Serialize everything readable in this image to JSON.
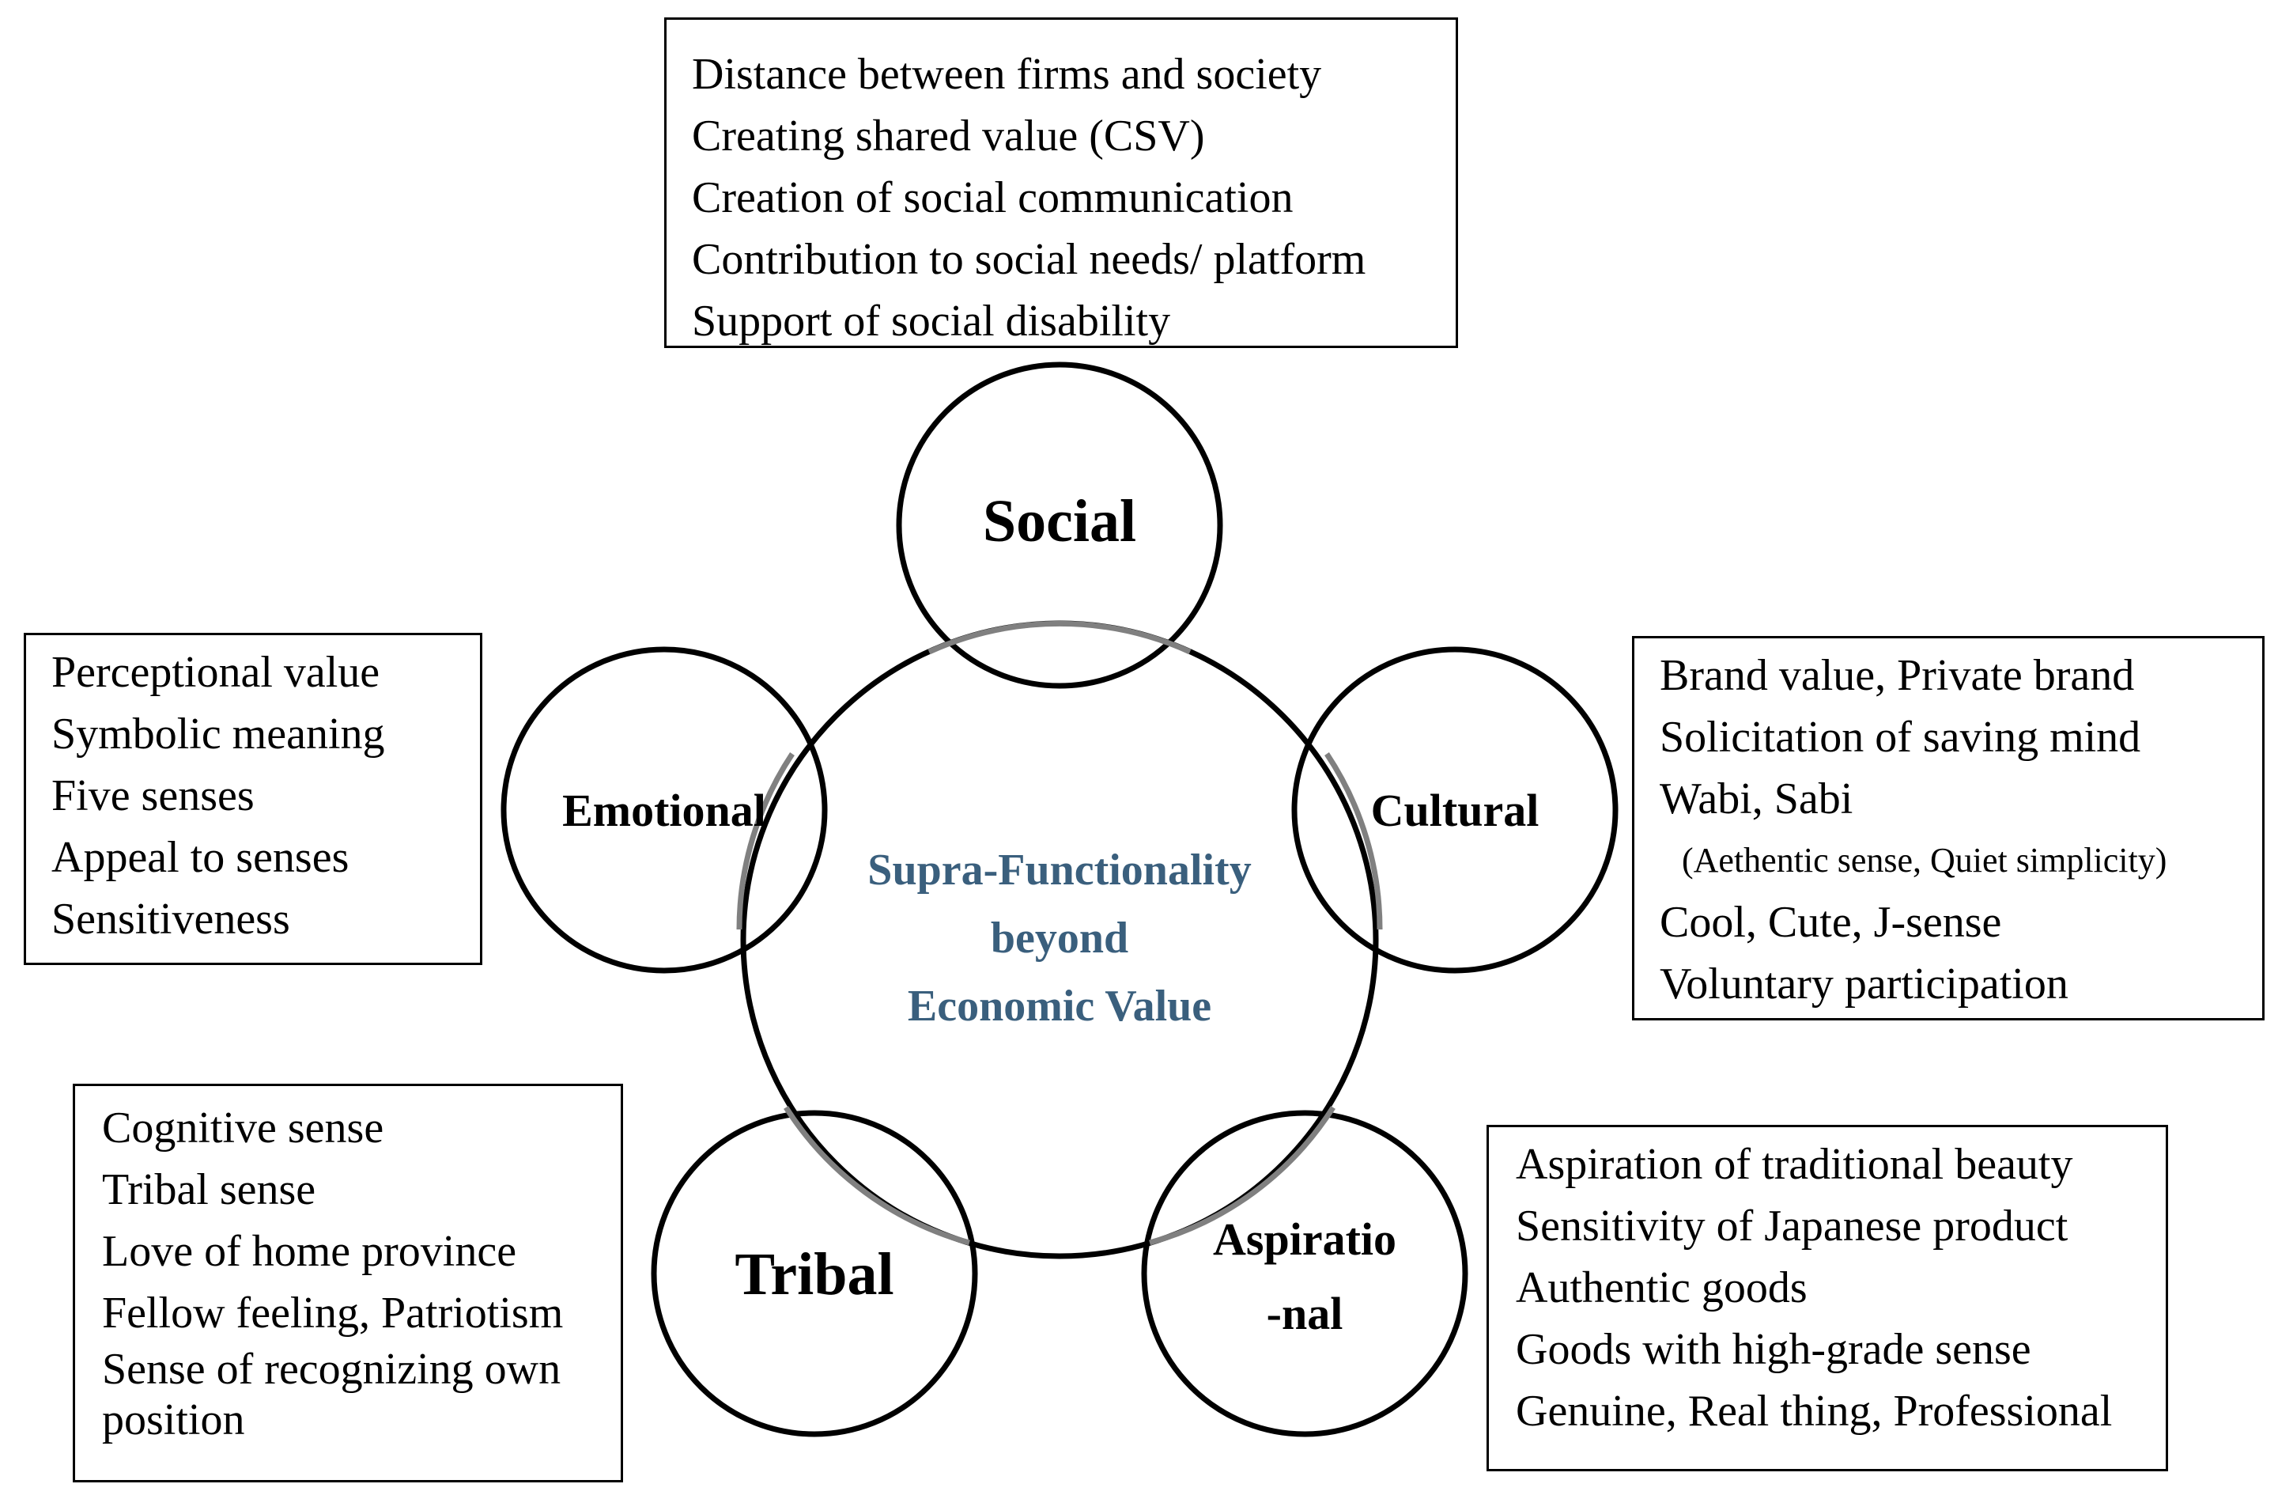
{
  "colors": {
    "center_text": "#3a5f7d",
    "center_overlay": "#808080",
    "stroke": "#000000"
  },
  "center": {
    "lines": [
      "Supra-Functionality",
      "beyond",
      "Economic Value"
    ]
  },
  "nodes": {
    "social": {
      "label": "Social"
    },
    "emotional": {
      "label": "Emotional"
    },
    "cultural": {
      "label": "Cultural"
    },
    "tribal": {
      "label": "Tribal"
    },
    "aspirational": {
      "lines": [
        "Aspiratio",
        "-nal"
      ]
    }
  },
  "boxes": {
    "social": {
      "items": [
        "Distance between firms and society",
        "Creating shared value (CSV)",
        "Creation of social communication",
        "Contribution to social needs/ platform",
        "Support of social disability"
      ]
    },
    "emotional": {
      "items": [
        "Perceptional value",
        "Symbolic meaning",
        "Five senses",
        "Appeal to senses",
        "Sensitiveness"
      ]
    },
    "cultural": {
      "items": [
        "Brand value, Private brand",
        "Solicitation of saving mind",
        "Wabi, Sabi",
        "(Aethentic sense, Quiet simplicity)",
        "Cool, Cute, J-sense",
        "Voluntary participation"
      ]
    },
    "tribal": {
      "items": [
        "Cognitive sense",
        "Tribal sense",
        "Love of home province",
        "Fellow feeling, Patriotism",
        "Sense of recognizing own",
        "position"
      ]
    },
    "aspirational": {
      "items": [
        "Aspiration of traditional beauty",
        "Sensitivity of Japanese product",
        "Authentic goods",
        "Goods with high-grade sense",
        "Genuine, Real thing, Professional"
      ]
    }
  }
}
